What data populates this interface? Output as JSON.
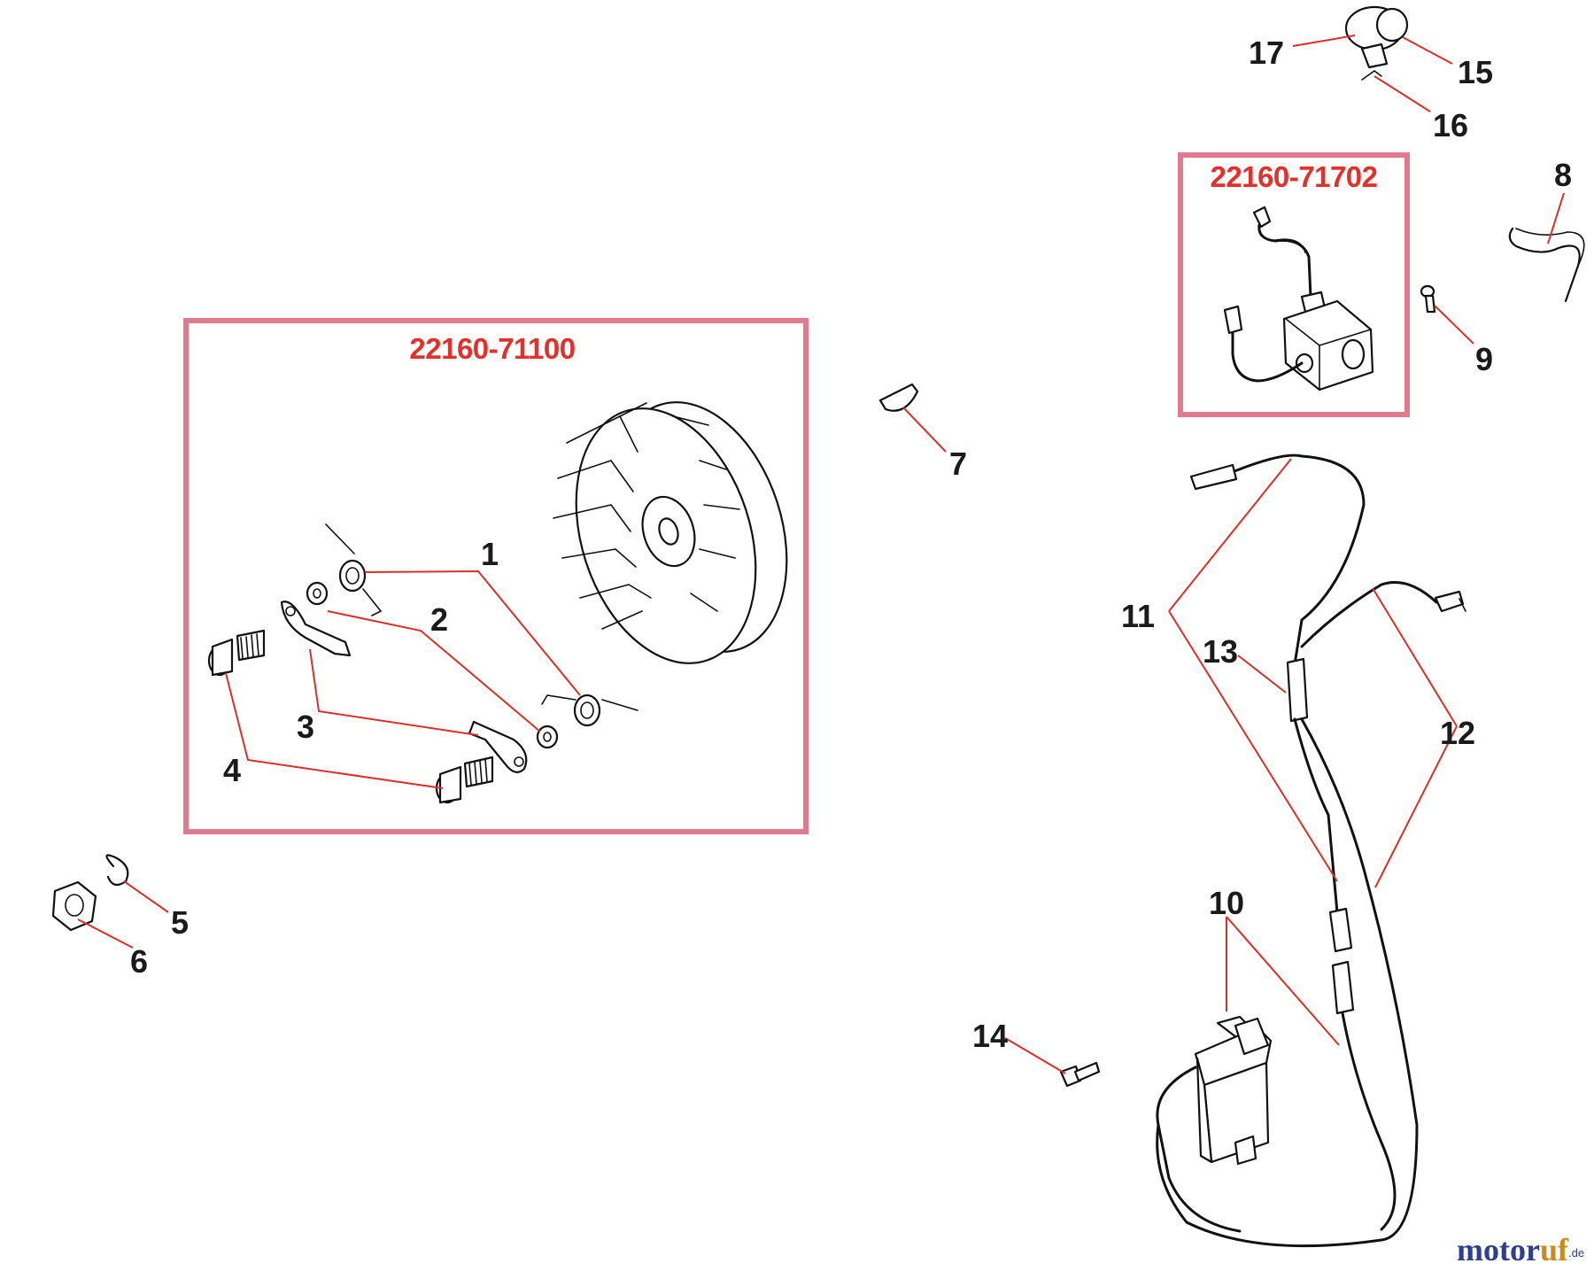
{
  "kits": [
    {
      "part_number": "22160-71100"
    },
    {
      "part_number": "22160-71702"
    }
  ],
  "callouts": [
    "1",
    "2",
    "3",
    "4",
    "5",
    "6",
    "7",
    "8",
    "9",
    "10",
    "11",
    "12",
    "13",
    "14",
    "15",
    "16",
    "17"
  ],
  "watermark": {
    "part1": "motor",
    "part2": "uf",
    "suffix": ".de"
  },
  "colors": {
    "kit_box": "#e07a8e",
    "part_number": "#e2302b",
    "leader": "#d9302b"
  }
}
